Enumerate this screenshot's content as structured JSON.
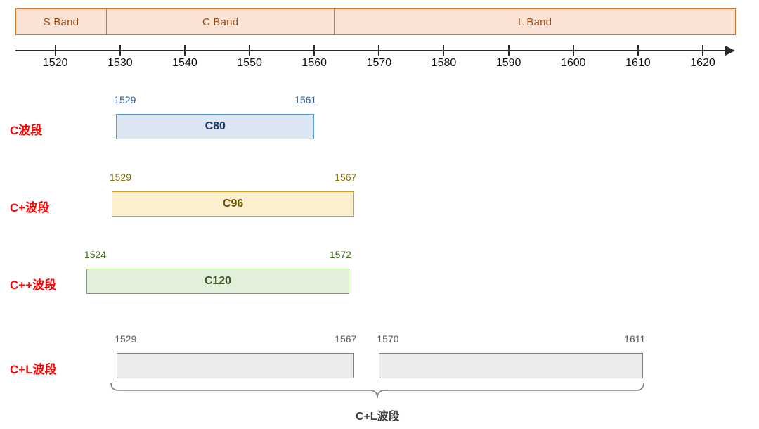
{
  "axis": {
    "unit_min": 1516,
    "unit_max": 1627,
    "ticks": [
      1520,
      1530,
      1540,
      1550,
      1560,
      1570,
      1580,
      1590,
      1600,
      1610,
      1620
    ],
    "arrow": "axis-arrow"
  },
  "bands": [
    {
      "label": "S Band",
      "start": 1516.0,
      "end": 1530.0
    },
    {
      "label": "C Band",
      "start": 1530.0,
      "end": 1565.2
    },
    {
      "label": "L Band",
      "start": 1565.2,
      "end": 1621.0
    }
  ],
  "band_colors": {
    "fill": "#FAE3D4",
    "border": "#D9752B",
    "text": "#9E4A16"
  },
  "rows": [
    {
      "label": "C波段",
      "label_color": "#FF0000",
      "style": "box-blue",
      "label_style": "lbl-blue",
      "segments": [
        {
          "name": "C80",
          "start_label": "1529",
          "end_label": "1561",
          "start": 1529.4,
          "end": 1560.0
        }
      ]
    },
    {
      "label": "C+波段",
      "label_color": "#FF0000",
      "style": "box-amber",
      "label_style": "lbl-amber",
      "segments": [
        {
          "name": "C96",
          "start_label": "1529",
          "end_label": "1567",
          "start": 1528.7,
          "end": 1566.2
        }
      ]
    },
    {
      "label": "C++波段",
      "label_color": "#FF0000",
      "style": "box-green",
      "label_style": "lbl-green",
      "segments": [
        {
          "name": "C120",
          "start_label": "1524",
          "end_label": "1572",
          "start": 1524.8,
          "end": 1565.4
        }
      ]
    },
    {
      "label": "C+L波段",
      "label_color": "#FF0000",
      "style": "box-gray",
      "label_style": "lbl-gray",
      "segments": [
        {
          "name": "",
          "start_label": "1529",
          "end_label": "1567",
          "start": 1529.5,
          "end": 1566.2
        },
        {
          "name": "",
          "start_label": "1570",
          "end_label": "1611",
          "start": 1570.0,
          "end": 1610.8
        }
      ],
      "brace_label": "C+L波段"
    }
  ],
  "chart_data": {
    "type": "bar",
    "title": "",
    "xlabel": "",
    "ylabel": "",
    "xlim": [
      1516,
      1627
    ],
    "grid": false,
    "legend": "none",
    "axis_ticks": [
      1520,
      1530,
      1540,
      1550,
      1560,
      1570,
      1580,
      1590,
      1600,
      1610,
      1620
    ],
    "bands": [
      {
        "name": "S Band",
        "range": [
          1516,
          1530
        ]
      },
      {
        "name": "C Band",
        "range": [
          1530,
          1565
        ]
      },
      {
        "name": "L Band",
        "range": [
          1565,
          1621
        ]
      }
    ],
    "series": [
      {
        "name": "C波段",
        "segments": [
          {
            "label": "C80",
            "start": 1529,
            "end": 1561
          }
        ]
      },
      {
        "name": "C+波段",
        "segments": [
          {
            "label": "C96",
            "start": 1529,
            "end": 1567
          }
        ]
      },
      {
        "name": "C++波段",
        "segments": [
          {
            "label": "C120",
            "start": 1524,
            "end": 1572
          }
        ]
      },
      {
        "name": "C+L波段",
        "segments": [
          {
            "label": "",
            "start": 1529,
            "end": 1567
          },
          {
            "label": "",
            "start": 1570,
            "end": 1611
          }
        ]
      }
    ]
  }
}
